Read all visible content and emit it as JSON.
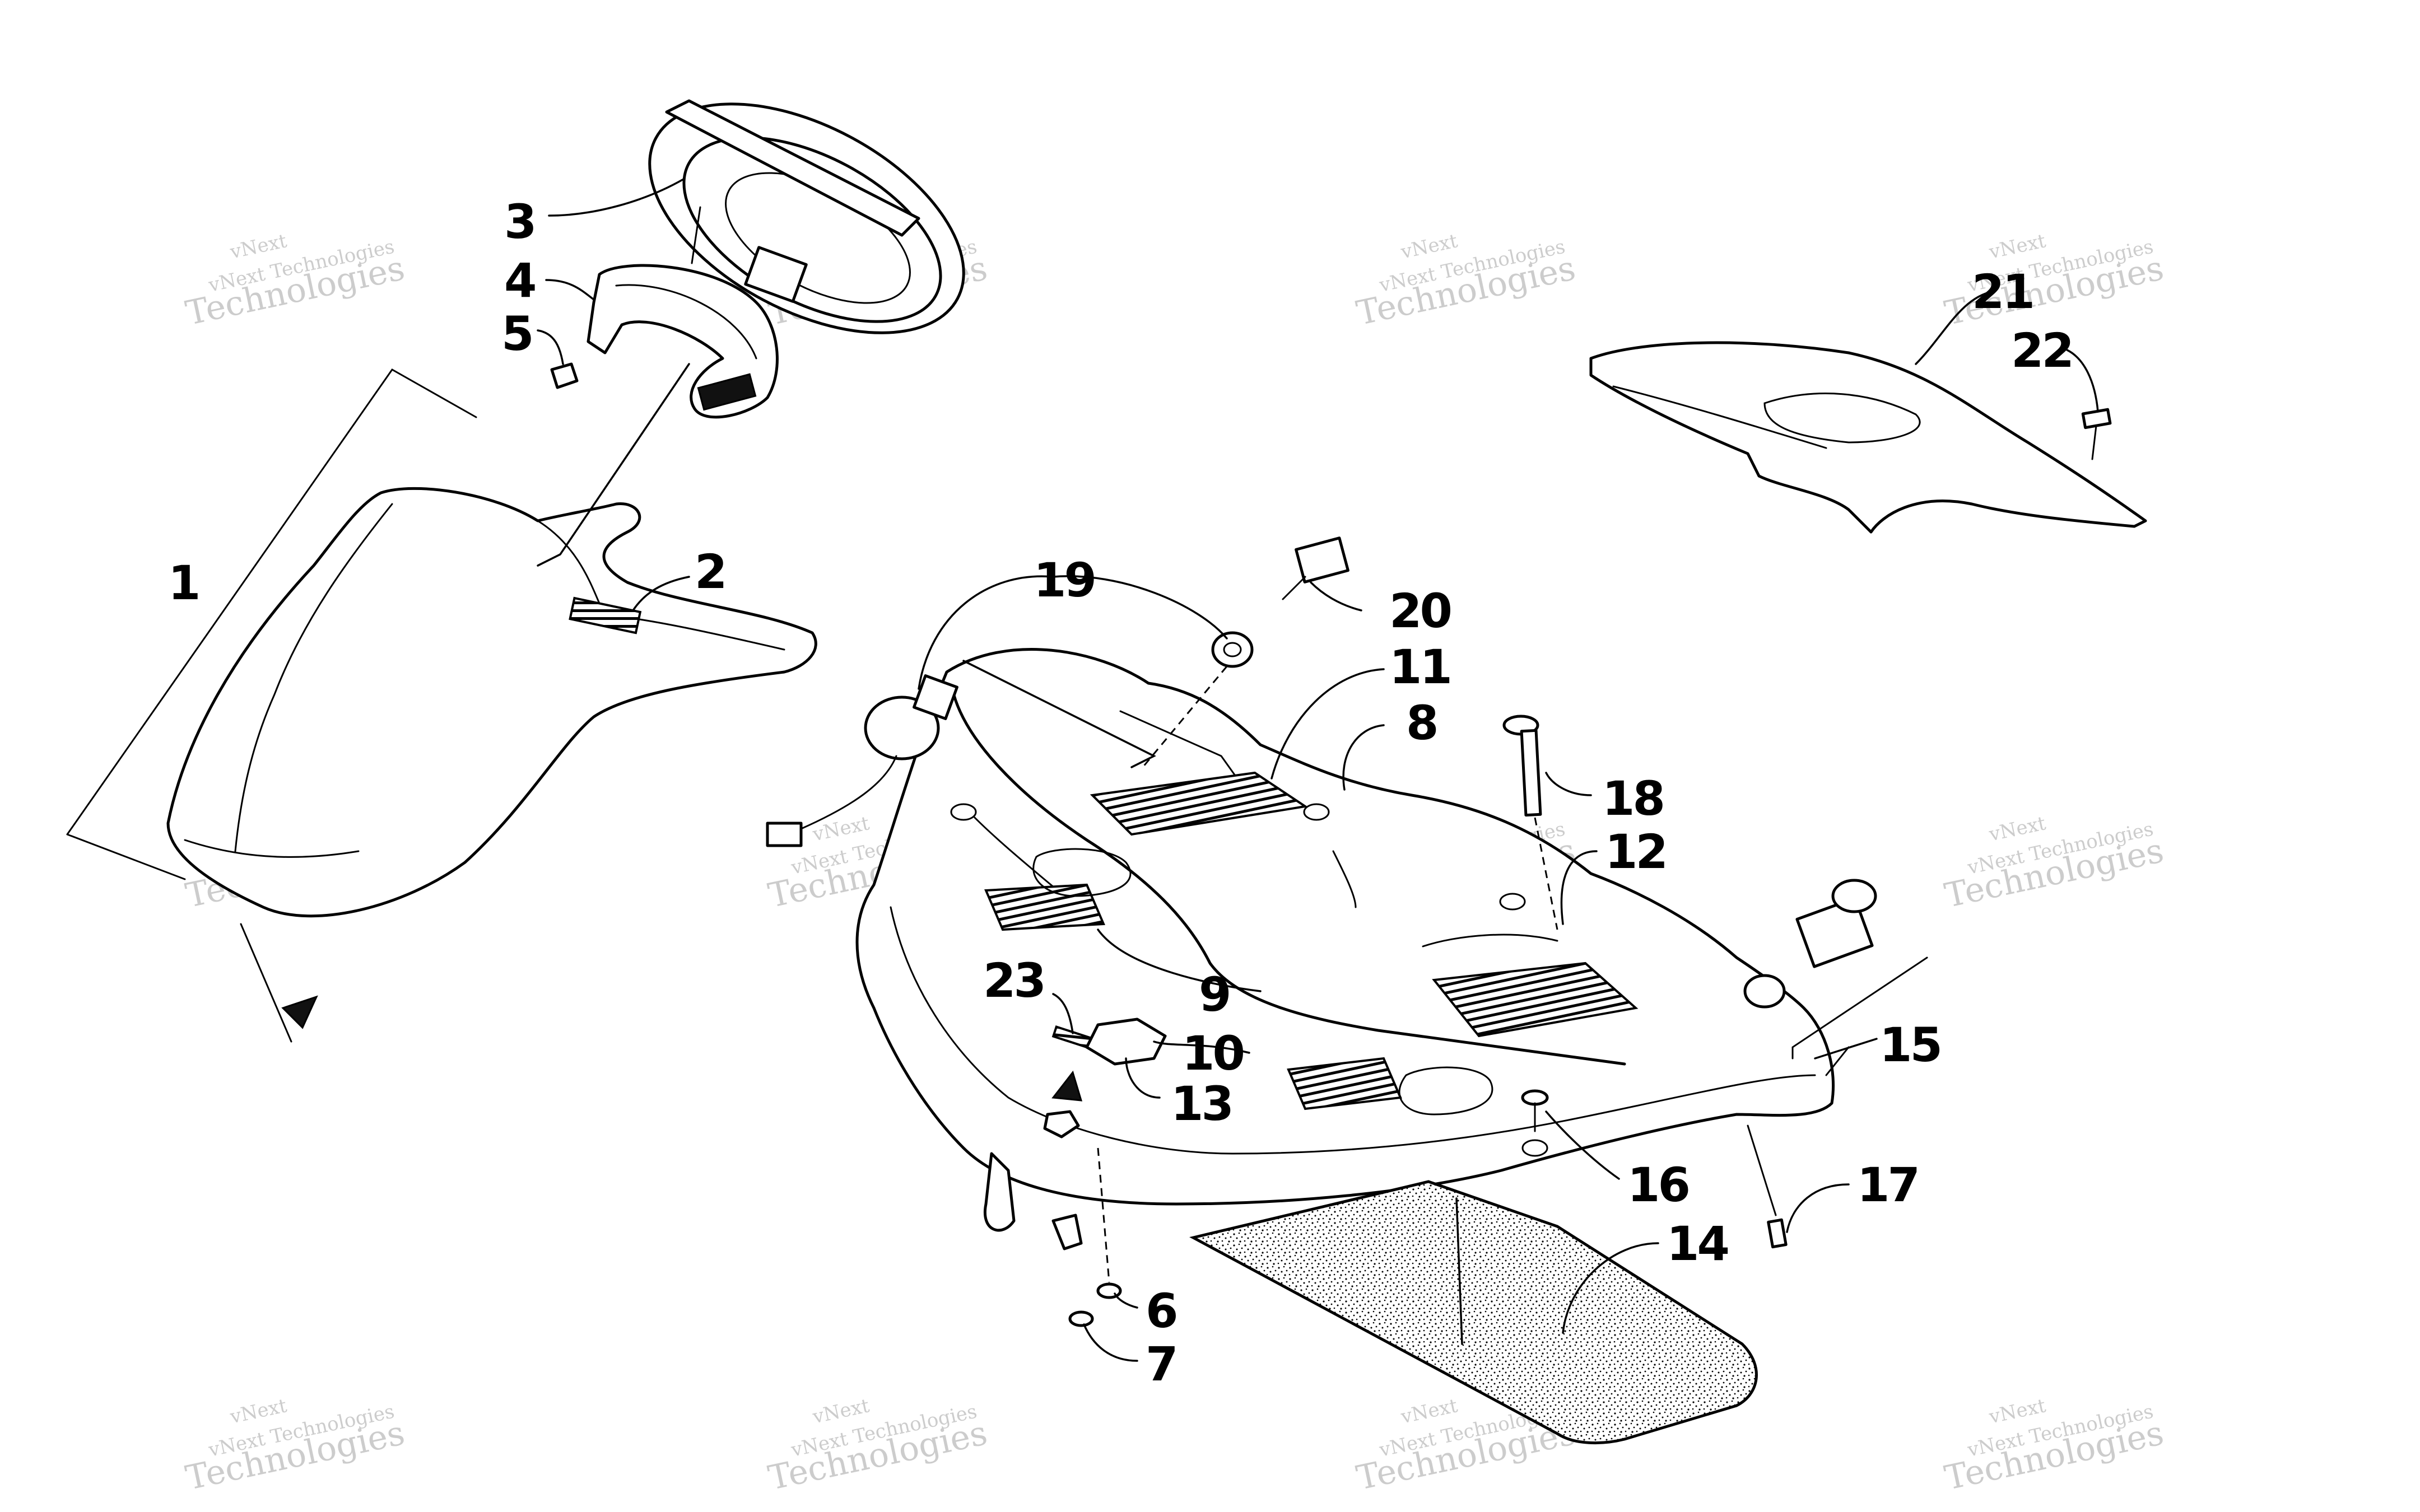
{
  "watermark": {
    "line1": "vNext Technologies",
    "line2": "Technologies",
    "line3": "vNext"
  },
  "callouts": [
    {
      "id": "c1",
      "label": "1"
    },
    {
      "id": "c2",
      "label": "2"
    },
    {
      "id": "c3",
      "label": "3"
    },
    {
      "id": "c4",
      "label": "4"
    },
    {
      "id": "c5",
      "label": "5"
    },
    {
      "id": "c6",
      "label": "6"
    },
    {
      "id": "c7",
      "label": "7"
    },
    {
      "id": "c8",
      "label": "8"
    },
    {
      "id": "c9",
      "label": "9"
    },
    {
      "id": "c10",
      "label": "10"
    },
    {
      "id": "c11",
      "label": "11"
    },
    {
      "id": "c12",
      "label": "12"
    },
    {
      "id": "c13",
      "label": "13"
    },
    {
      "id": "c14",
      "label": "14"
    },
    {
      "id": "c15",
      "label": "15"
    },
    {
      "id": "c16",
      "label": "16"
    },
    {
      "id": "c17",
      "label": "17"
    },
    {
      "id": "c18",
      "label": "18"
    },
    {
      "id": "c19",
      "label": "19"
    },
    {
      "id": "c20",
      "label": "20"
    },
    {
      "id": "c21",
      "label": "21"
    },
    {
      "id": "c22",
      "label": "22"
    },
    {
      "id": "c23",
      "label": "23"
    }
  ]
}
